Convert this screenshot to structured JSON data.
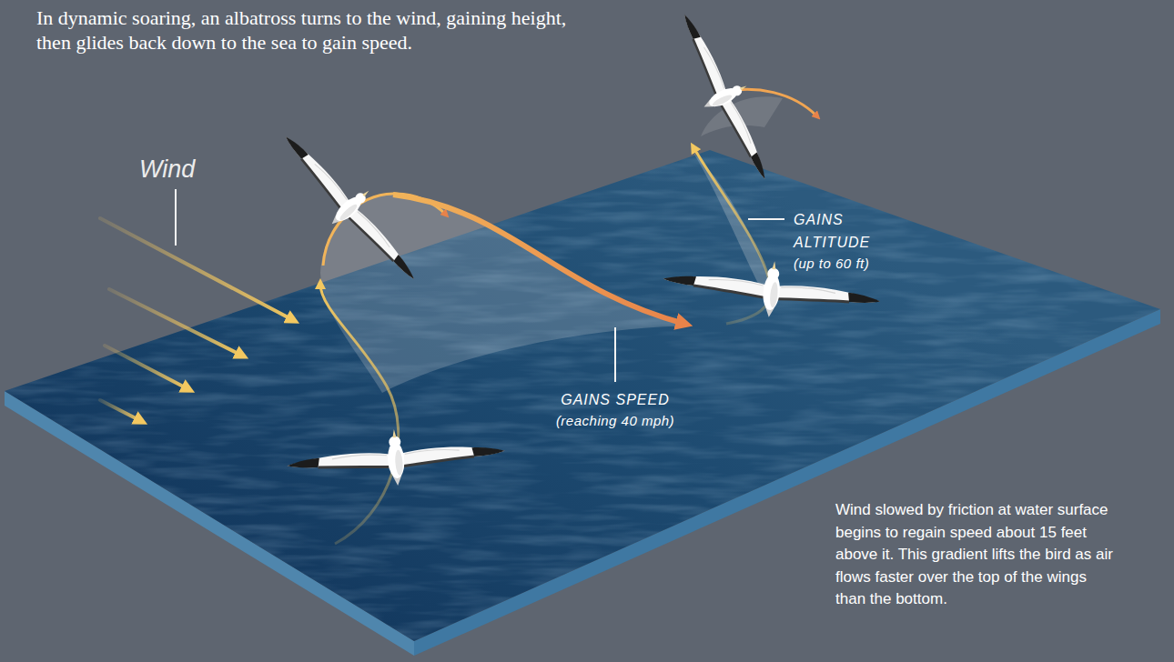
{
  "diagram": {
    "title": "In dynamic soaring, an albatross turns to the wind, gaining height, then glides back down to the sea to gain speed.",
    "labels": [
      "Wind",
      "GAINS SPEED",
      "(reaching 40 mph)",
      "GAINS ALTITUDE",
      "(up to 60 ft)",
      "Wind slowed by friction at water surface begins to regain speed about 15 feet above it. This gradient lifts the bird as air flows faster over the top of the wings than the bottom."
    ]
  }
}
